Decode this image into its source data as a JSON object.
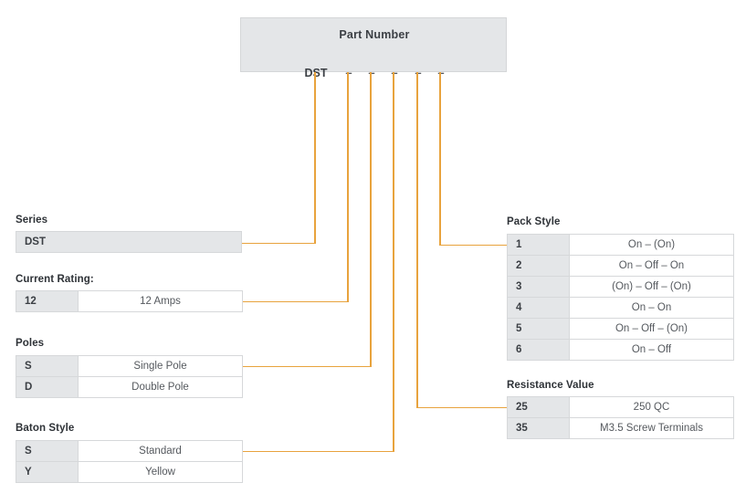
{
  "part_number": {
    "title": "Part Number",
    "prefix": "DST",
    "dash": "–",
    "dash_count": 5
  },
  "accent_color": "#e8a33d",
  "cell_header_color": "#e4e6e8",
  "groups": [
    {
      "key": "series",
      "label": "Series",
      "single_cell": true,
      "rows": [
        {
          "code": "DST",
          "value": ""
        }
      ]
    },
    {
      "key": "current_rating",
      "label": "Current Rating:",
      "single_cell": false,
      "rows": [
        {
          "code": "12",
          "value": "12 Amps"
        }
      ]
    },
    {
      "key": "poles",
      "label": "Poles",
      "single_cell": false,
      "rows": [
        {
          "code": "S",
          "value": "Single Pole"
        },
        {
          "code": "D",
          "value": "Double Pole"
        }
      ]
    },
    {
      "key": "baton_style",
      "label": "Baton Style",
      "single_cell": false,
      "rows": [
        {
          "code": "S",
          "value": "Standard"
        },
        {
          "code": "Y",
          "value": "Yellow"
        }
      ]
    },
    {
      "key": "pack_style",
      "label": "Pack Style",
      "single_cell": false,
      "rows": [
        {
          "code": "1",
          "value": "On – (On)"
        },
        {
          "code": "2",
          "value": "On – Off – On"
        },
        {
          "code": "3",
          "value": "(On) – Off – (On)"
        },
        {
          "code": "4",
          "value": "On – On"
        },
        {
          "code": "5",
          "value": "On – Off – (On)"
        },
        {
          "code": "6",
          "value": "On – Off"
        }
      ]
    },
    {
      "key": "resistance_value",
      "label": "Resistance Value",
      "single_cell": false,
      "rows": [
        {
          "code": "25",
          "value": "250 QC"
        },
        {
          "code": "35",
          "value": "M3.5 Screw Terminals"
        }
      ]
    }
  ]
}
